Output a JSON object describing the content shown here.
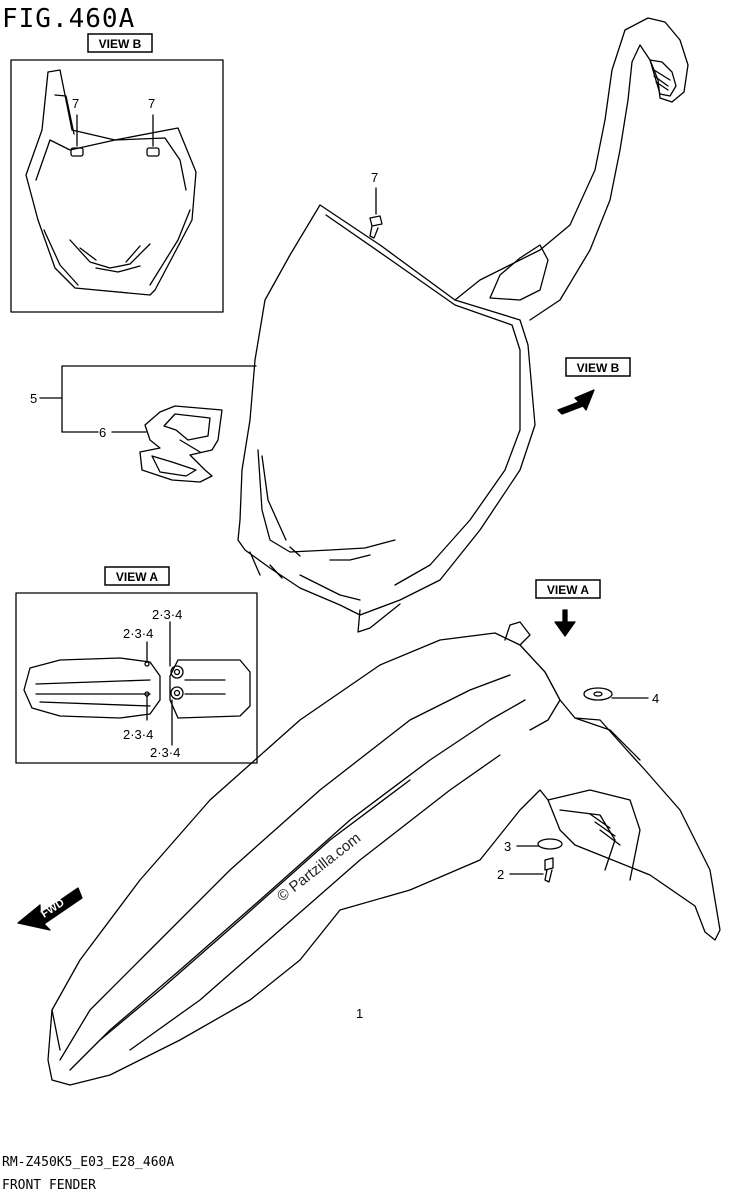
{
  "figure": {
    "title": "FIG.460A",
    "code": "RM-Z450K5_E03_E28_460A",
    "name": "FRONT FENDER"
  },
  "views": {
    "view_b": "VIEW B",
    "view_a": "VIEW A"
  },
  "callouts": {
    "fender": "1",
    "bolt": "2",
    "washer": "3",
    "cushion": "4",
    "number_plate": "5",
    "emblem": "6",
    "nut": "7",
    "hardware_set": "2·3·4"
  },
  "fwd_label": "FWD",
  "watermark": "© Partzilla.com"
}
